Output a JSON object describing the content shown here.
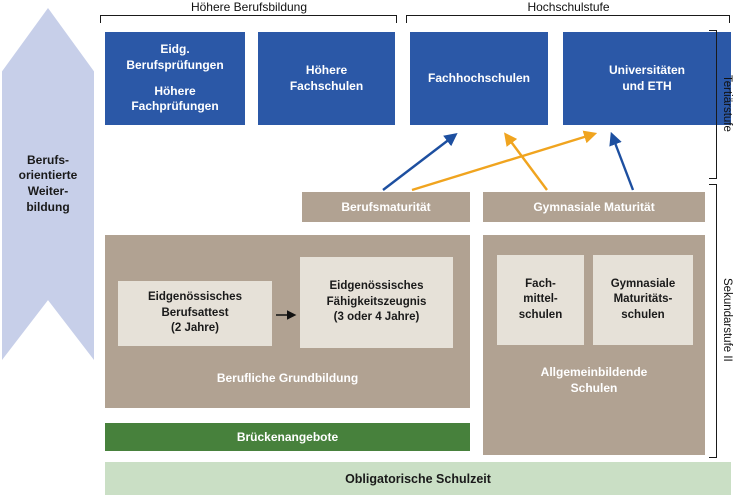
{
  "colors": {
    "tertiary_blue": "#2b58a7",
    "tan": "#b1a292",
    "inner_box": "#e6e1d8",
    "bridge_green": "#47813c",
    "school_light_green": "#cadfc5",
    "banner_lavender": "#c7cfe9",
    "arrow_blue": "#1d4fa0",
    "arrow_orange": "#f0a41f"
  },
  "left_banner": {
    "label": "Berufs-\norientierte\nWeiter-\nbildung"
  },
  "top_brackets": {
    "hoehere_berufsbildung": "Höhere Berufsbildung",
    "hochschulstufe": "Hochschulstufe"
  },
  "right_brackets": {
    "tertiaerstufe": "Tertiärstufe",
    "sekundarstufe_ii": "Sekundarstufe II"
  },
  "tertiary": {
    "box1_line1": "Eidg.\nBerufsprüfungen",
    "box1_line2": "Höhere\nFachprüfungen",
    "box2": "Höhere\nFachschulen",
    "box3": "Fachhochschulen",
    "box4": "Universitäten\nund ETH"
  },
  "maturity": {
    "berufsmaturitaet": "Berufsmaturität",
    "gymnasiale_maturitaet": "Gymnasiale Maturität"
  },
  "vocational": {
    "title": "Berufliche Grundbildung",
    "berufsattest": "Eidgenössisches\nBerufsattest\n(2 Jahre)",
    "faehigkeitszeugnis": "Eidgenössisches\nFähigkeitszeugnis\n(3 oder 4 Jahre)"
  },
  "general": {
    "title": "Allgemeinbildende\nSchulen",
    "fachmittelschulen": "Fach-\nmittel-\nschulen",
    "gymnasiale_maturitaetsschulen": "Gymnasiale\nMaturitäts-\nschulen"
  },
  "bridge": {
    "label": "Brückenangebote"
  },
  "compulsory": {
    "label": "Obligatorische Schulzeit"
  }
}
